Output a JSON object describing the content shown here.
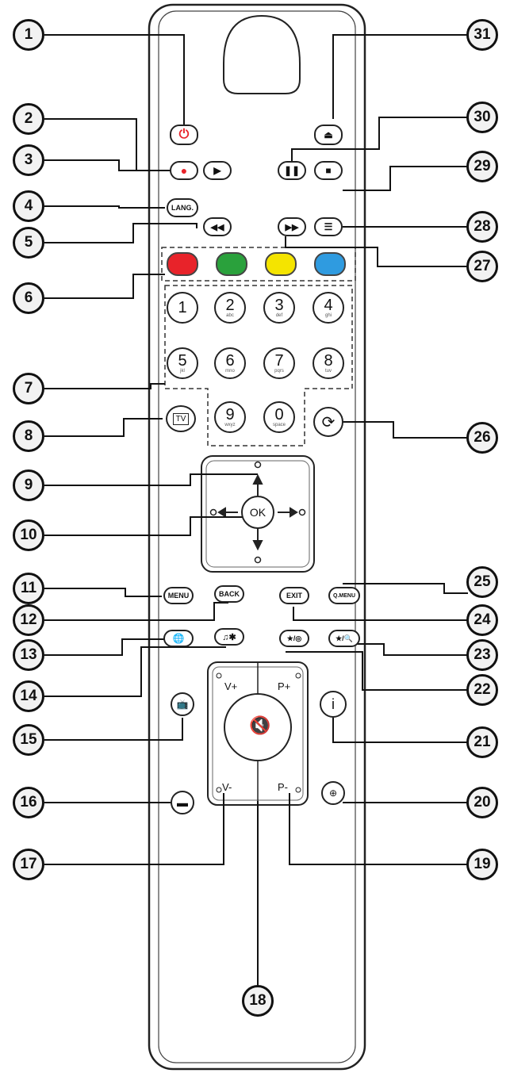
{
  "callouts": [
    {
      "n": "1"
    },
    {
      "n": "2"
    },
    {
      "n": "3"
    },
    {
      "n": "4"
    },
    {
      "n": "5"
    },
    {
      "n": "6"
    },
    {
      "n": "7"
    },
    {
      "n": "8"
    },
    {
      "n": "9"
    },
    {
      "n": "10"
    },
    {
      "n": "11"
    },
    {
      "n": "12"
    },
    {
      "n": "13"
    },
    {
      "n": "14"
    },
    {
      "n": "15"
    },
    {
      "n": "16"
    },
    {
      "n": "17"
    },
    {
      "n": "18"
    },
    {
      "n": "19"
    },
    {
      "n": "20"
    },
    {
      "n": "21"
    },
    {
      "n": "22"
    },
    {
      "n": "23"
    },
    {
      "n": "24"
    },
    {
      "n": "25"
    },
    {
      "n": "26"
    },
    {
      "n": "27"
    },
    {
      "n": "28"
    },
    {
      "n": "29"
    },
    {
      "n": "30"
    },
    {
      "n": "31"
    }
  ],
  "buttons": {
    "lang": "LANG.",
    "menu": "MENU",
    "back": "BACK",
    "exit": "EXIT",
    "q_menu": "Q.MENU",
    "ok": "OK",
    "tv": "TV",
    "fav1": "★/◎",
    "fav2": "★/🔍",
    "info": "i",
    "v_plus": "V+",
    "v_minus": "V-",
    "p_plus": "P+",
    "p_minus": "P-"
  },
  "colors": {
    "red": "#e8232a",
    "green": "#2aa13c",
    "yellow": "#f4e400",
    "blue": "#2f9be0"
  },
  "numbers": [
    {
      "d": "1",
      "s": "",
      "icon": "1"
    },
    {
      "d": "2",
      "s": "abc"
    },
    {
      "d": "3",
      "s": "def"
    },
    {
      "d": "4",
      "s": "ghi"
    },
    {
      "d": "5",
      "s": "jkl"
    },
    {
      "d": "6",
      "s": "mno"
    },
    {
      "d": "7",
      "s": "pqrs"
    },
    {
      "d": "8",
      "s": "tuv"
    },
    {
      "d": "9",
      "s": "wxyz"
    },
    {
      "d": "0",
      "s": "space"
    }
  ]
}
